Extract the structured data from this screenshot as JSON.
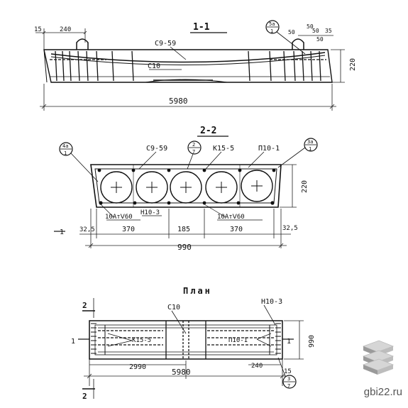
{
  "section_1": {
    "title": "1-1",
    "marks": {
      "c9": "С9-59",
      "c10": "С10"
    },
    "bubble": {
      "top": "5а",
      "bottom": "1"
    },
    "dims": {
      "d15": "15",
      "d240": "240",
      "d5980": "5980",
      "d220": "220",
      "d50a": "50",
      "d50b": "50",
      "d50c": "50",
      "d35": "35",
      "d50d": "50"
    }
  },
  "section_2": {
    "title": "2-2",
    "marks": {
      "c9": "С9-59",
      "k15": "К15-5",
      "p10": "П10-1",
      "n10": "Н10-3",
      "bar_left": "10АтⅤ60",
      "bar_right": "10АтⅤ60"
    },
    "bubbles": {
      "left": {
        "top": "4а",
        "bottom": "1"
      },
      "mid": {
        "top": "2",
        "bottom": "7"
      },
      "right": {
        "top": "3а",
        "bottom": "1"
      }
    },
    "cut_left": "1",
    "dims": {
      "d220": "220",
      "d32_5a": "32,5",
      "d370a": "370",
      "d185": "185",
      "d370b": "370",
      "d32_5b": "32,5",
      "d990": "990"
    }
  },
  "plan": {
    "title": "План",
    "marks": {
      "c10": "С10",
      "n10": "Н10-3",
      "k15": "К15-5",
      "p10": "П10-1"
    },
    "cut2_top": "2",
    "cut2_bottom": "2",
    "cut1_left": "1",
    "cut1_right": "1",
    "bubble": {
      "top": "3",
      "bottom": "7"
    },
    "dims": {
      "d2990": "2990",
      "d5980": "5980",
      "d240": "240",
      "d15": "15",
      "d990": "990"
    }
  },
  "watermark": {
    "site": "gbi22.ru",
    "logo_icon": "stacked-slabs-icon"
  }
}
